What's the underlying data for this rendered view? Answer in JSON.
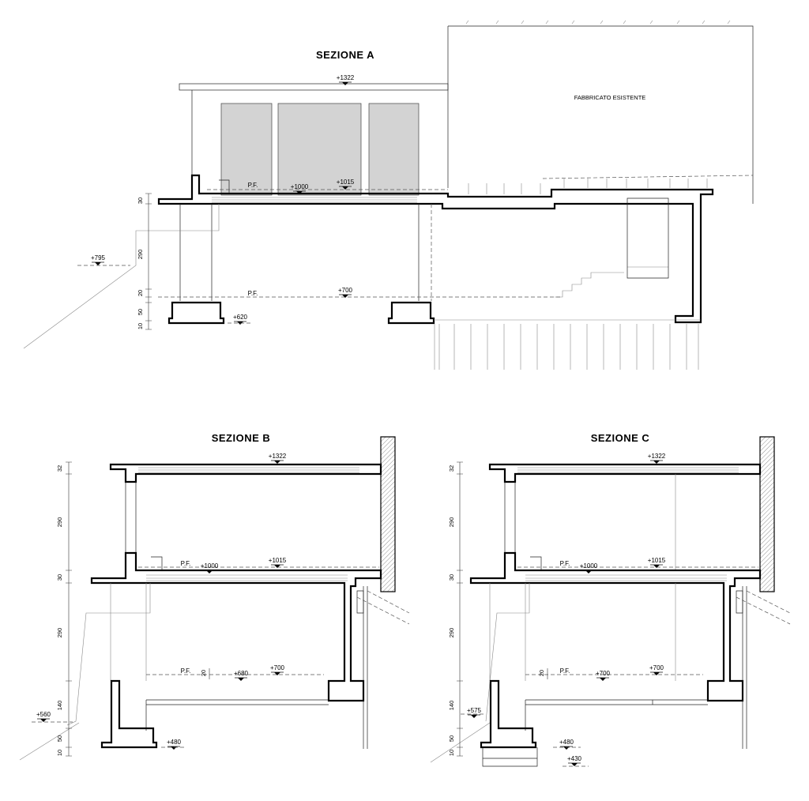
{
  "section_a": {
    "title": "SEZIONE A",
    "note_existing": "FABBRICATO ESISTENTE",
    "lvl_roof": "+1322",
    "lvl_floor": "+1000",
    "lvl_floor2": "+1015",
    "lvl_ground": "+700",
    "lvl_foot": "+620",
    "lvl_terrain": "+795",
    "pf": "P.F.",
    "dims": [
      "30",
      "290",
      "20",
      "50",
      "10"
    ]
  },
  "section_b": {
    "title": "SEZIONE B",
    "lvl_roof": "+1322",
    "lvl_floor": "+1000",
    "lvl_floor2": "+1015",
    "lvl_ground": "+700",
    "lvl_ground2": "+680",
    "lvl_foot": "+480",
    "lvl_terrain": "+560",
    "pf": "P.F.",
    "dims": [
      "32",
      "290",
      "30",
      "290",
      "20",
      "140",
      "50",
      "10"
    ]
  },
  "section_c": {
    "title": "SEZIONE C",
    "lvl_roof": "+1322",
    "lvl_floor": "+1000",
    "lvl_floor2": "+1015",
    "lvl_ground": "+700",
    "lvl_ground2": "+700",
    "lvl_foot": "+480",
    "lvl_foot2": "+430",
    "lvl_terrain": "+575",
    "pf": "P.F.",
    "dims": [
      "32",
      "290",
      "30",
      "290",
      "20",
      "140",
      "50",
      "10"
    ]
  }
}
